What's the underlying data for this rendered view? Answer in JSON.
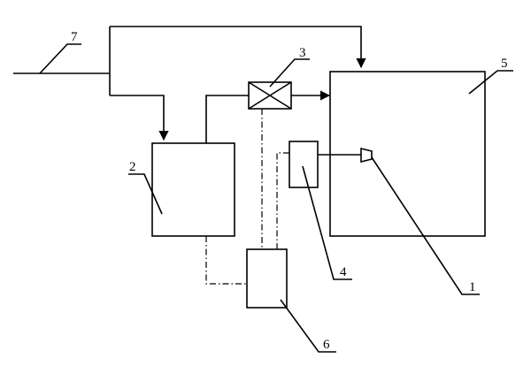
{
  "labels": {
    "component_1": "1",
    "component_2": "2",
    "component_3": "3",
    "component_4": "4",
    "component_5": "5",
    "component_6": "6",
    "component_7": "7"
  },
  "colors": {
    "line": "#000000",
    "background": "#ffffff"
  }
}
